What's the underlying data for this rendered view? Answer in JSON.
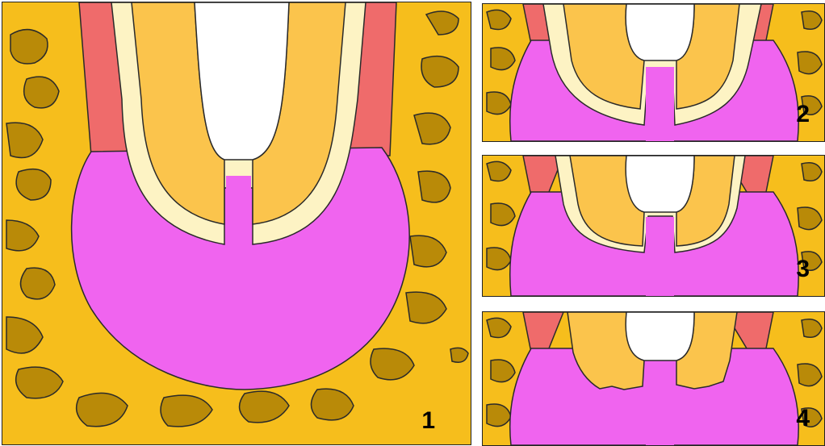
{
  "panels": [
    {
      "id": "p1",
      "label": "1",
      "stage": "intact"
    },
    {
      "id": "p2",
      "label": "2",
      "stage": "early-resorption"
    },
    {
      "id": "p3",
      "label": "3",
      "stage": "progressive-resorption"
    },
    {
      "id": "p4",
      "label": "4",
      "stage": "advanced-resorption"
    }
  ],
  "colors": {
    "bone": "#f6be1c",
    "trabecula": "#b98a08",
    "gum": "#ef6b6b",
    "dentin": "#fbc44c",
    "enamel": "#fdf3c4",
    "pulp": "#ffffff",
    "follicle": "#f064ef",
    "outline": "#2a2a2a"
  }
}
